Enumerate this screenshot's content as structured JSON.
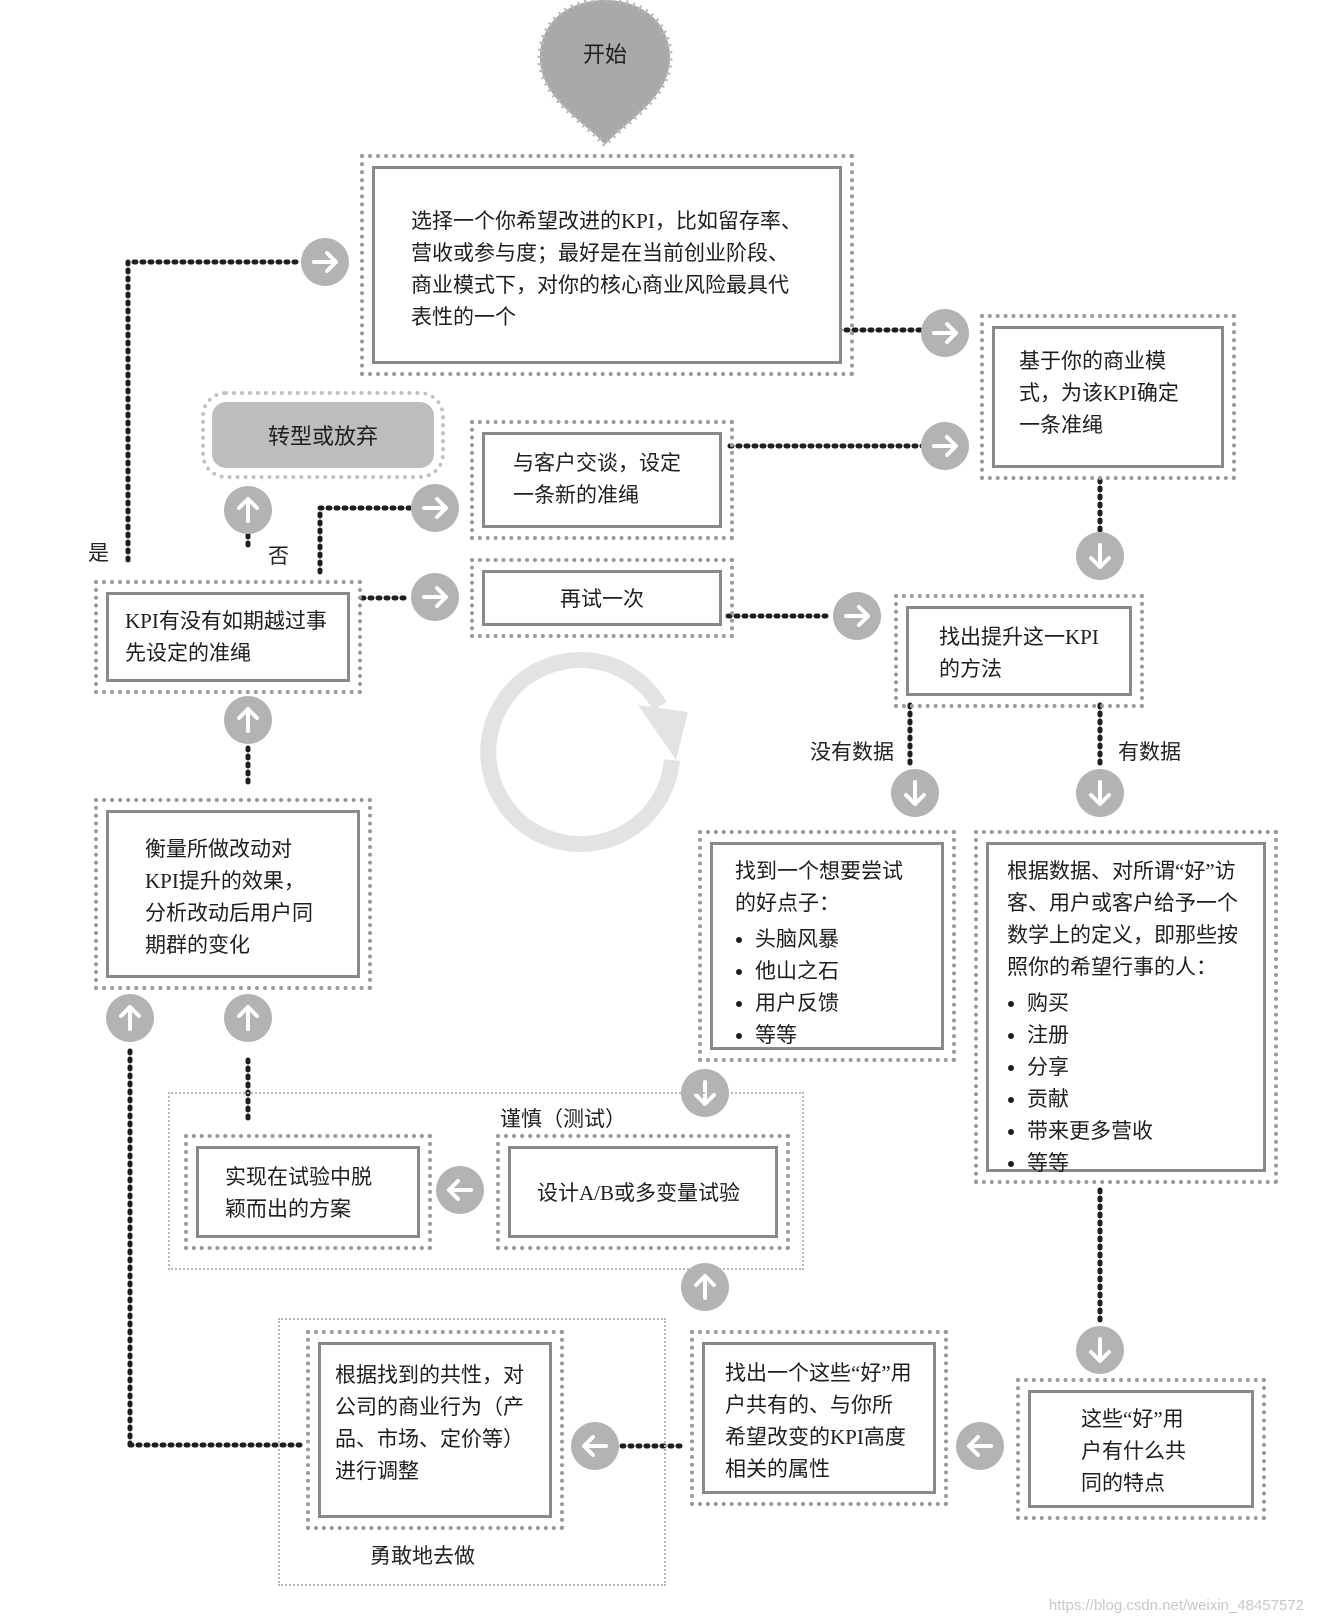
{
  "start": "开始",
  "nodes": {
    "select_kpi": "选择一个你希望改进的KPI，比如留存率、营收或参与度；最好是在当前创业阶段、商业模式下，对你的核心商业风险最具代表性的一个",
    "set_line": "基于你的商业模式，为该KPI确定一条准绳",
    "pivot": "转型或放弃",
    "talk_customers": "与客户交谈，设定一条新的准绳",
    "retry": "再试一次",
    "kpi_check": "KPI有没有如期越过事先设定的准绳",
    "find_method": "找出提升这一KPI的方法",
    "measure": "衡量所做改动对KPI提升的效果，分析改动后用户同期群的变化",
    "idea": {
      "title": "找到一个想要尝试的好点子：",
      "items": [
        "头脑风暴",
        "他山之石",
        "用户反馈",
        "等等"
      ]
    },
    "define_good": {
      "title": "根据数据、对所谓“好”访客、用户或客户给予一个数学上的定义，即那些按照你的希望行事的人：",
      "items": [
        "购买",
        "注册",
        "分享",
        "贡献",
        "带来更多营收",
        "等等"
      ]
    },
    "implement": "实现在试验中脱颖而出的方案",
    "design_test": "设计A/B或多变量试验",
    "adjust": "根据找到的共性，对公司的商业行为（产品、市场、定价等）进行调整",
    "find_attr": "找出一个这些“好”用户共有的、与你所希望改变的KPI高度相关的属性",
    "common_traits": "这些“好”用户有什么共同的特点"
  },
  "labels": {
    "yes": "是",
    "no": "否",
    "no_data": "没有数据",
    "has_data": "有数据"
  },
  "regions": {
    "careful": "谨慎（测试）",
    "bold": "勇敢地去做"
  },
  "watermark": "https://blog.csdn.net/weixin_48457572"
}
